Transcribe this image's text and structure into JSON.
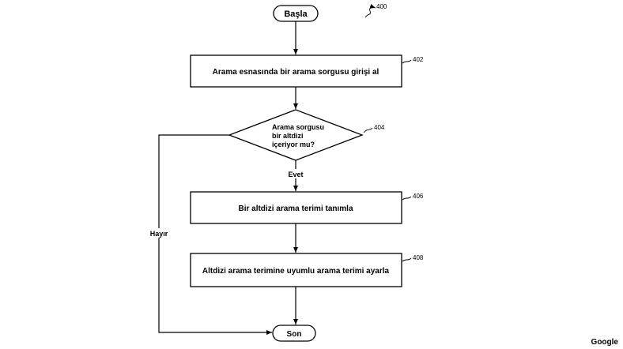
{
  "diagram": {
    "figure_ref": "400",
    "nodes": {
      "start": {
        "label": "Başla"
      },
      "step402": {
        "label": "Arama esnasında bir arama sorgusu girişi al",
        "ref": "402"
      },
      "decision404": {
        "line1": "Arama sorgusu",
        "line2": "bir altdizi",
        "line3": "içeriyor mu?",
        "ref": "404"
      },
      "step406": {
        "label": "Bir altdizi arama terimi tanımla",
        "ref": "406"
      },
      "step408": {
        "label": "Altdizi arama terimine uyumlu arama terimi ayarla",
        "ref": "408"
      },
      "end": {
        "label": "Son"
      }
    },
    "edges": {
      "yes_label": "Evet",
      "no_label": "Hayır"
    },
    "watermark": "Google"
  }
}
